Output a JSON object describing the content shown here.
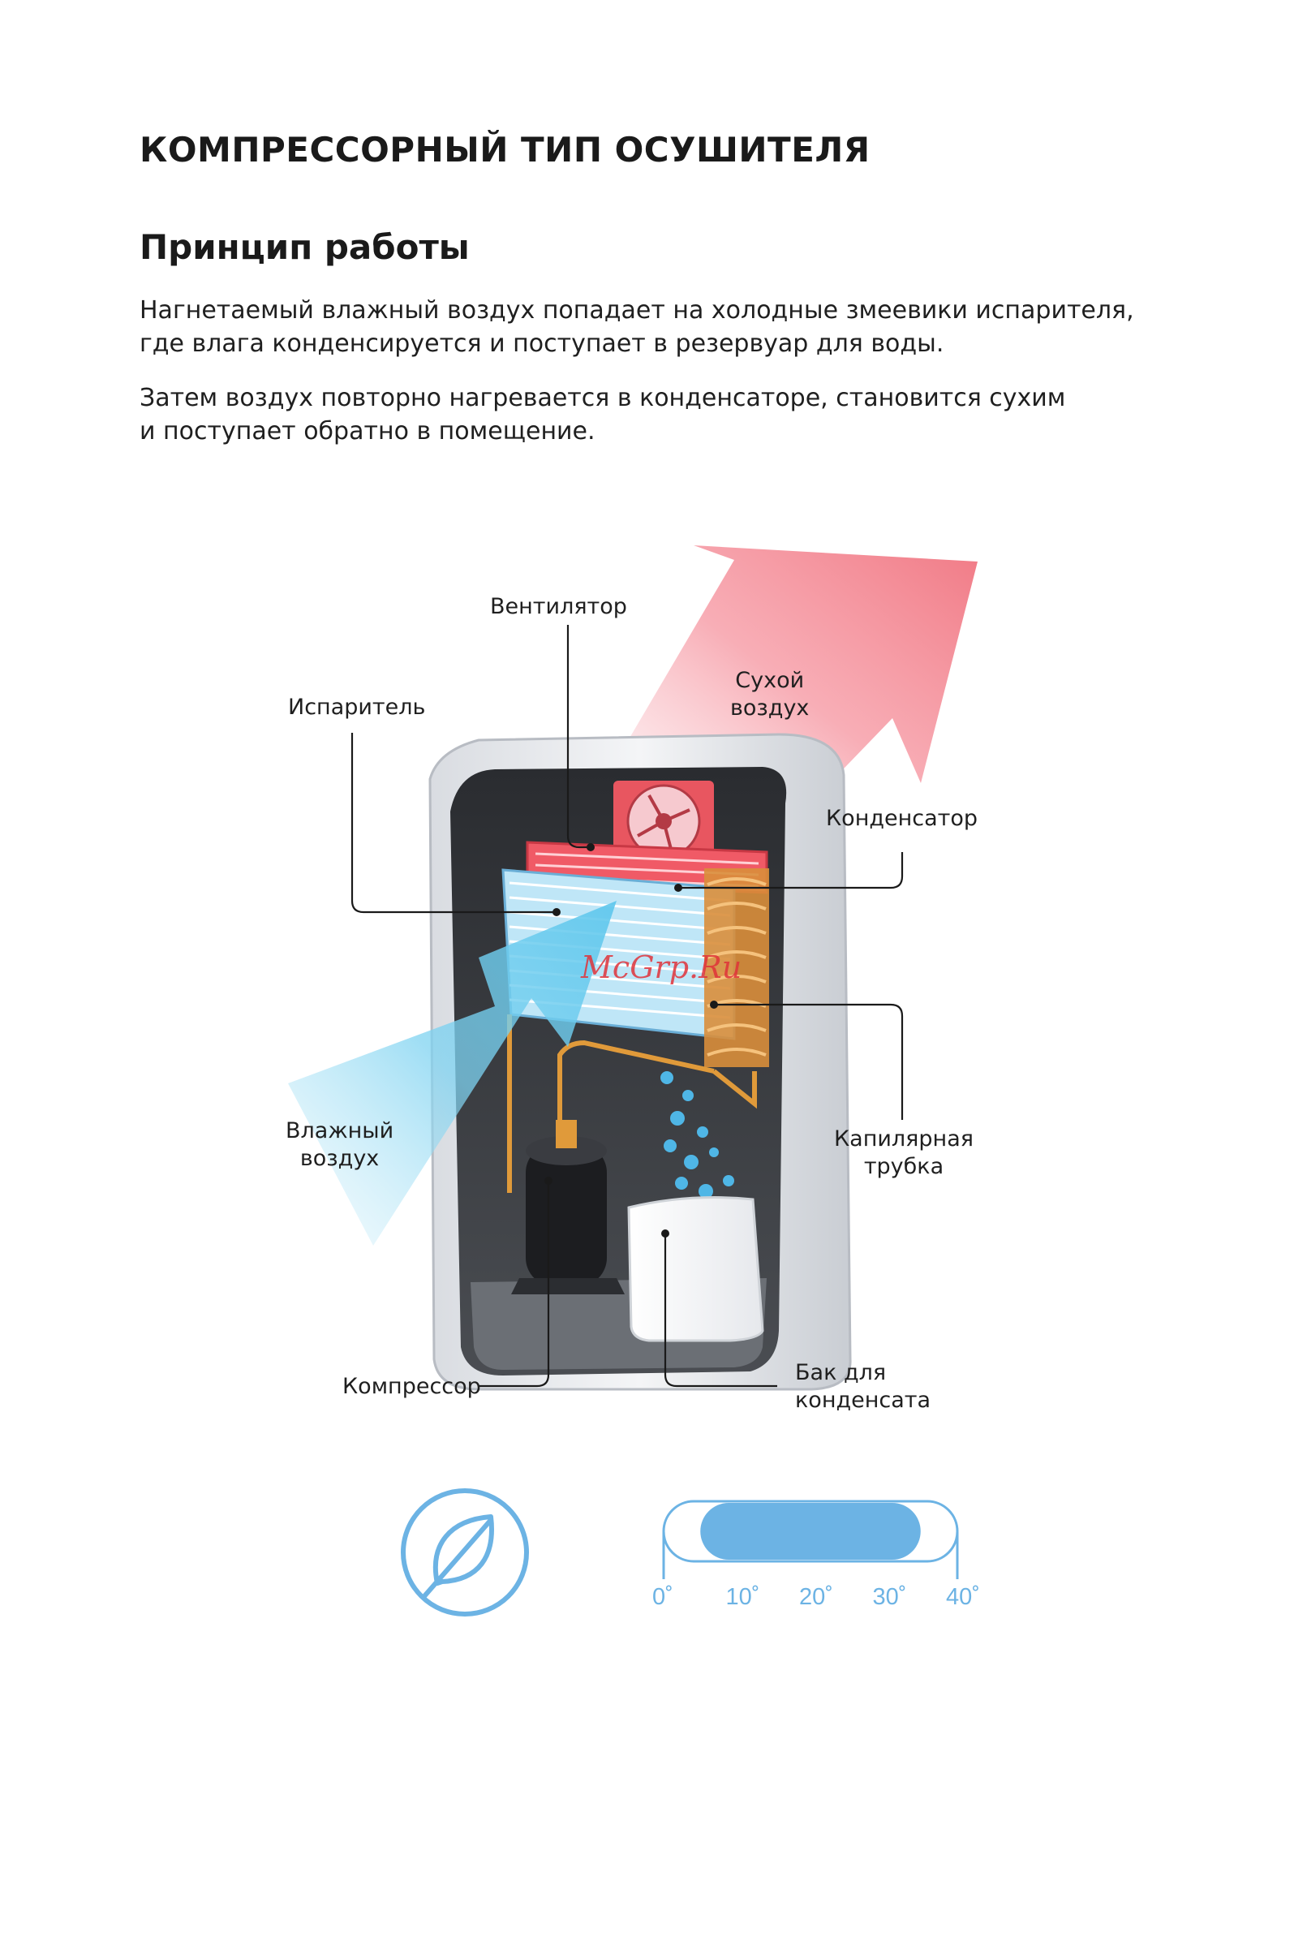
{
  "header": {
    "title": "КОМПРЕССОРНЫЙ ТИП ОСУШИТЕЛЯ",
    "section_heading": "Принцип работы"
  },
  "paragraphs": [
    {
      "lines": [
        "Нагнетаемый влажный воздух попадает на холодные змеевики испарителя,",
        "где влага конденсируется и поступает в резервуар для воды."
      ]
    },
    {
      "lines": [
        "Затем воздух повторно нагревается в конденсаторе, становится сухим",
        "и поступает обратно в помещение."
      ]
    }
  ],
  "diagram": {
    "labels": {
      "fan": "Вентилятор",
      "dry_air": [
        "Сухой",
        "воздух"
      ],
      "evaporator": "Испаритель",
      "condenser": "Конденсатор",
      "humid_air": [
        "Влажный",
        "воздух"
      ],
      "capillary_tube": [
        "Капилярная",
        "трубка"
      ],
      "compressor": "Компрессор",
      "condensate_tank": [
        "Бак для",
        "конденсата"
      ]
    },
    "watermark": "McGrp.Ru",
    "colors": {
      "dry_air": "#f0737f",
      "humid_air": "#5cc6ec",
      "accent": "#6cb3e4"
    }
  },
  "temperature_range": {
    "ticks": [
      "0˚",
      "10˚",
      "20˚",
      "30˚",
      "40˚"
    ],
    "range_min": 5,
    "range_max": 35,
    "scale_min": 0,
    "scale_max": 40
  },
  "icons": {
    "eco": "leaf-icon"
  }
}
